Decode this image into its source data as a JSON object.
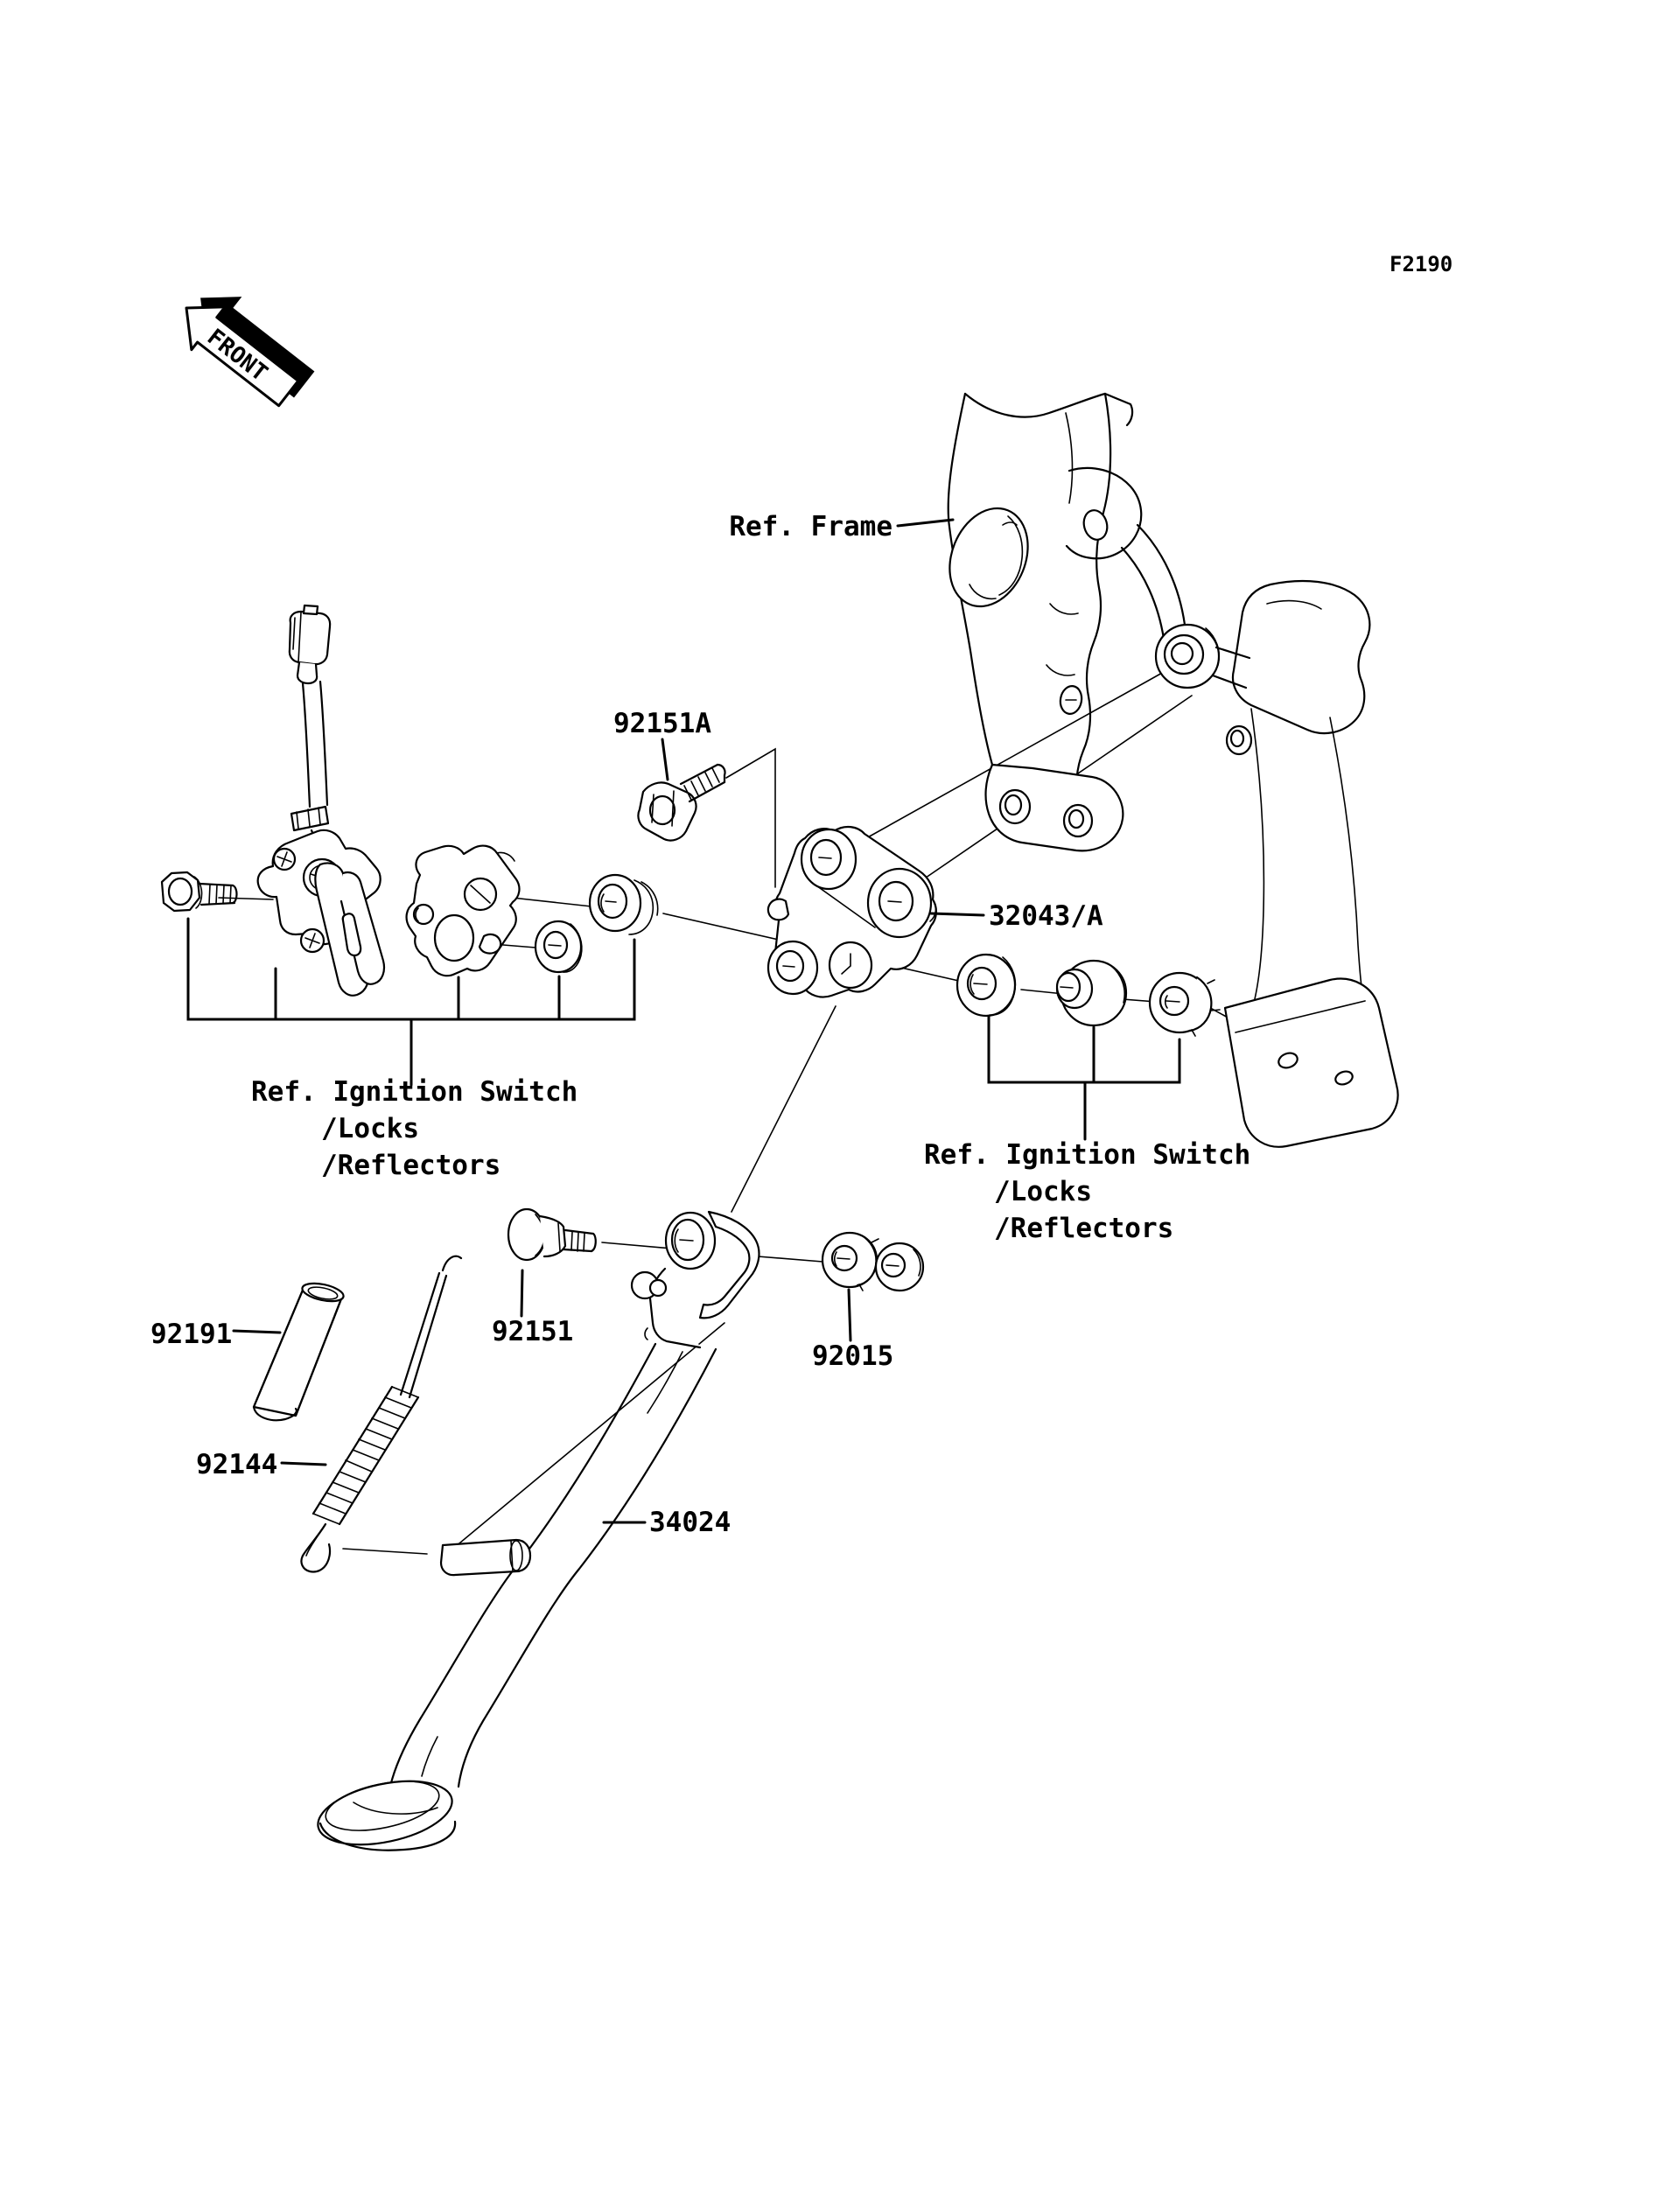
{
  "figure": {
    "code": "F2190",
    "front_marker": "FRONT"
  },
  "callouts": {
    "ref_frame": "Ref. Frame",
    "part_92151a": "92151A",
    "part_32043": "32043/A",
    "ignition_left": [
      "Ref. Ignition Switch",
      "/Locks",
      "/Reflectors"
    ],
    "ignition_right": [
      "Ref. Ignition Switch",
      "/Locks",
      "/Reflectors"
    ],
    "part_92191": "92191",
    "part_92144": "92144",
    "part_92151": "92151",
    "part_92015": "92015",
    "part_34024": "34024"
  },
  "colors": {
    "line": "#000000",
    "background": "#ffffff"
  }
}
